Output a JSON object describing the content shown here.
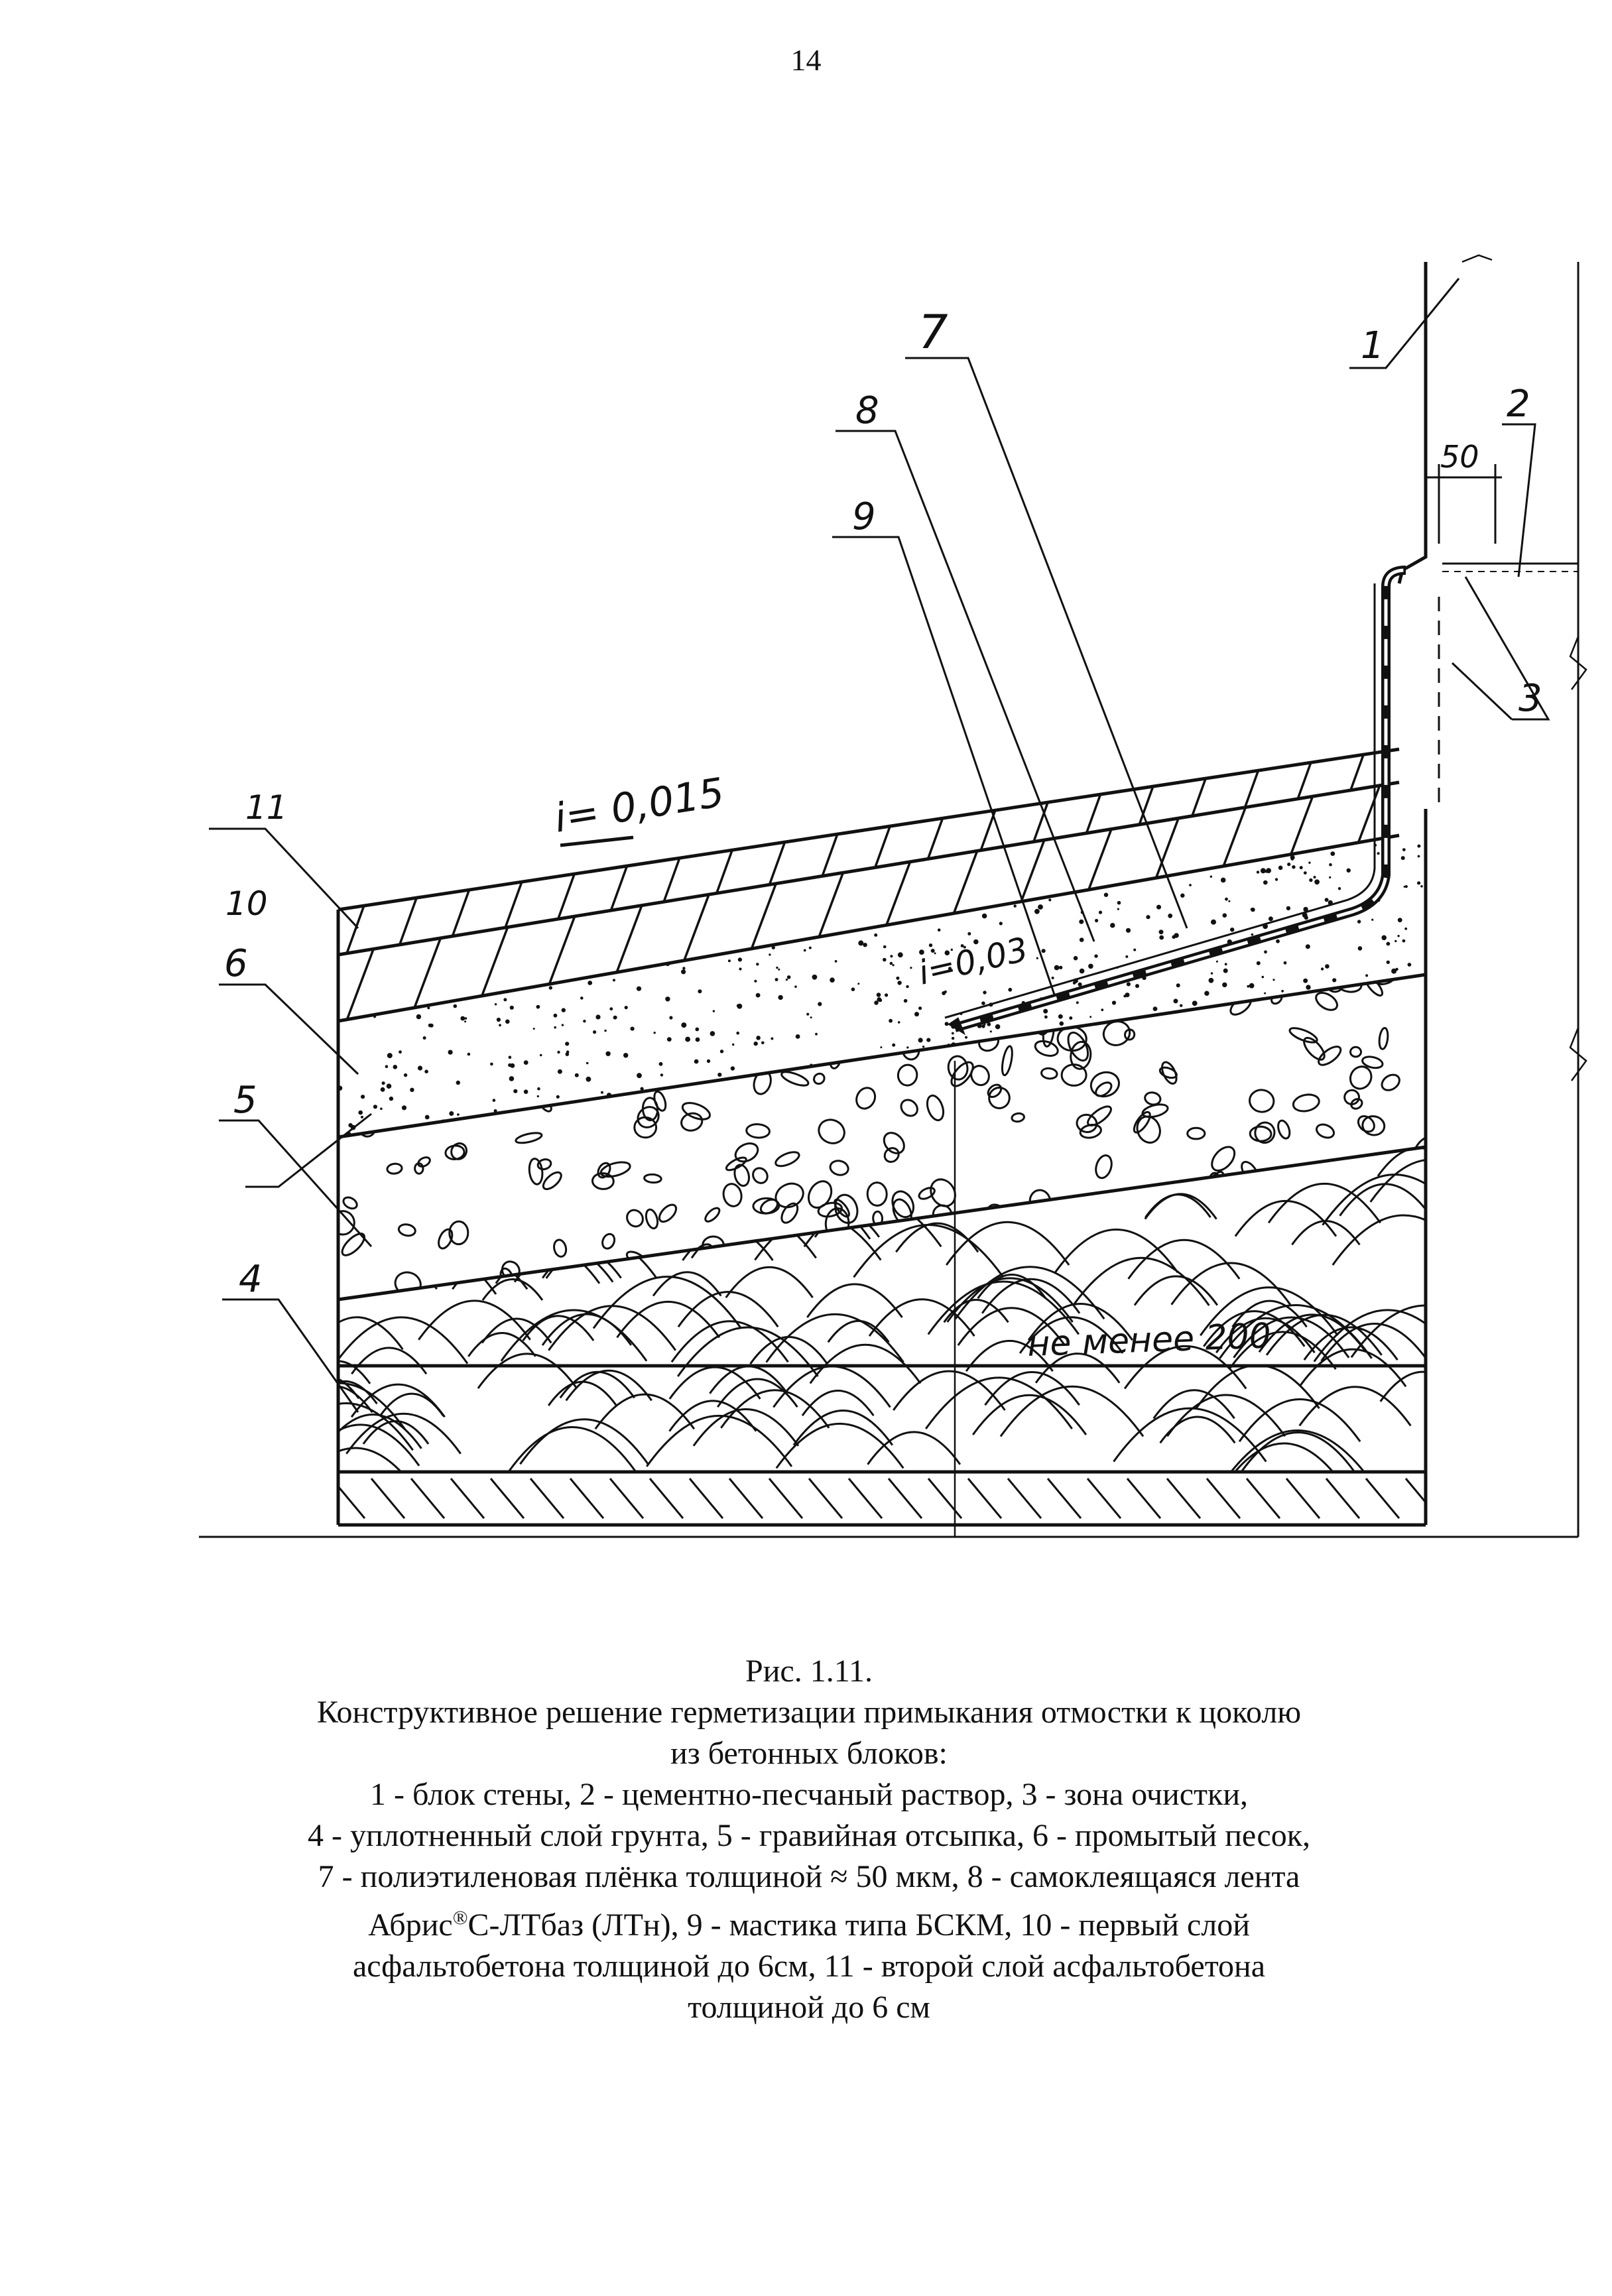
{
  "page_number": "14",
  "drawing": {
    "callouts": [
      {
        "id": "1",
        "label": "1"
      },
      {
        "id": "2",
        "label": "2"
      },
      {
        "id": "3",
        "label": "3"
      },
      {
        "id": "4",
        "label": "4"
      },
      {
        "id": "5",
        "label": "5"
      },
      {
        "id": "6",
        "label": "6"
      },
      {
        "id": "7",
        "label": "7"
      },
      {
        "id": "8",
        "label": "8"
      },
      {
        "id": "9",
        "label": "9"
      },
      {
        "id": "10",
        "label": "10"
      },
      {
        "id": "11",
        "label": "11"
      }
    ],
    "slope_top": "i= 0,015",
    "slope_membrane": "i=0,03",
    "dim_50": "50",
    "dim_min": "не менее 200"
  },
  "caption": {
    "figure_number": "Рис. 1.11.",
    "title_line1": "Конструктивное решение герметизации примыкания отмостки к цоколю",
    "title_line2": "из бетонных блоков:",
    "legend_line1": "1 - блок стены, 2 - цементно-песчаный раствор, 3 - зона очистки,",
    "legend_line2": "4 - уплотненный слой грунта, 5 - гравийная отсыпка, 6 - промытый песок,",
    "legend_line3": "7 - полиэтиленовая плёнка толщиной ≈ 50 мкм, 8 - самоклеящаяся лента",
    "legend_line4_pre": "Абрис",
    "legend_line4_sup": "®",
    "legend_line4_post": "С-ЛТбаз (ЛТн), 9 - мастика типа БСКМ, 10 - первый слой",
    "legend_line5": "асфальтобетона толщиной до 6см, 11 - второй слой асфальтобетона",
    "legend_line6": "толщиной до 6 см"
  }
}
